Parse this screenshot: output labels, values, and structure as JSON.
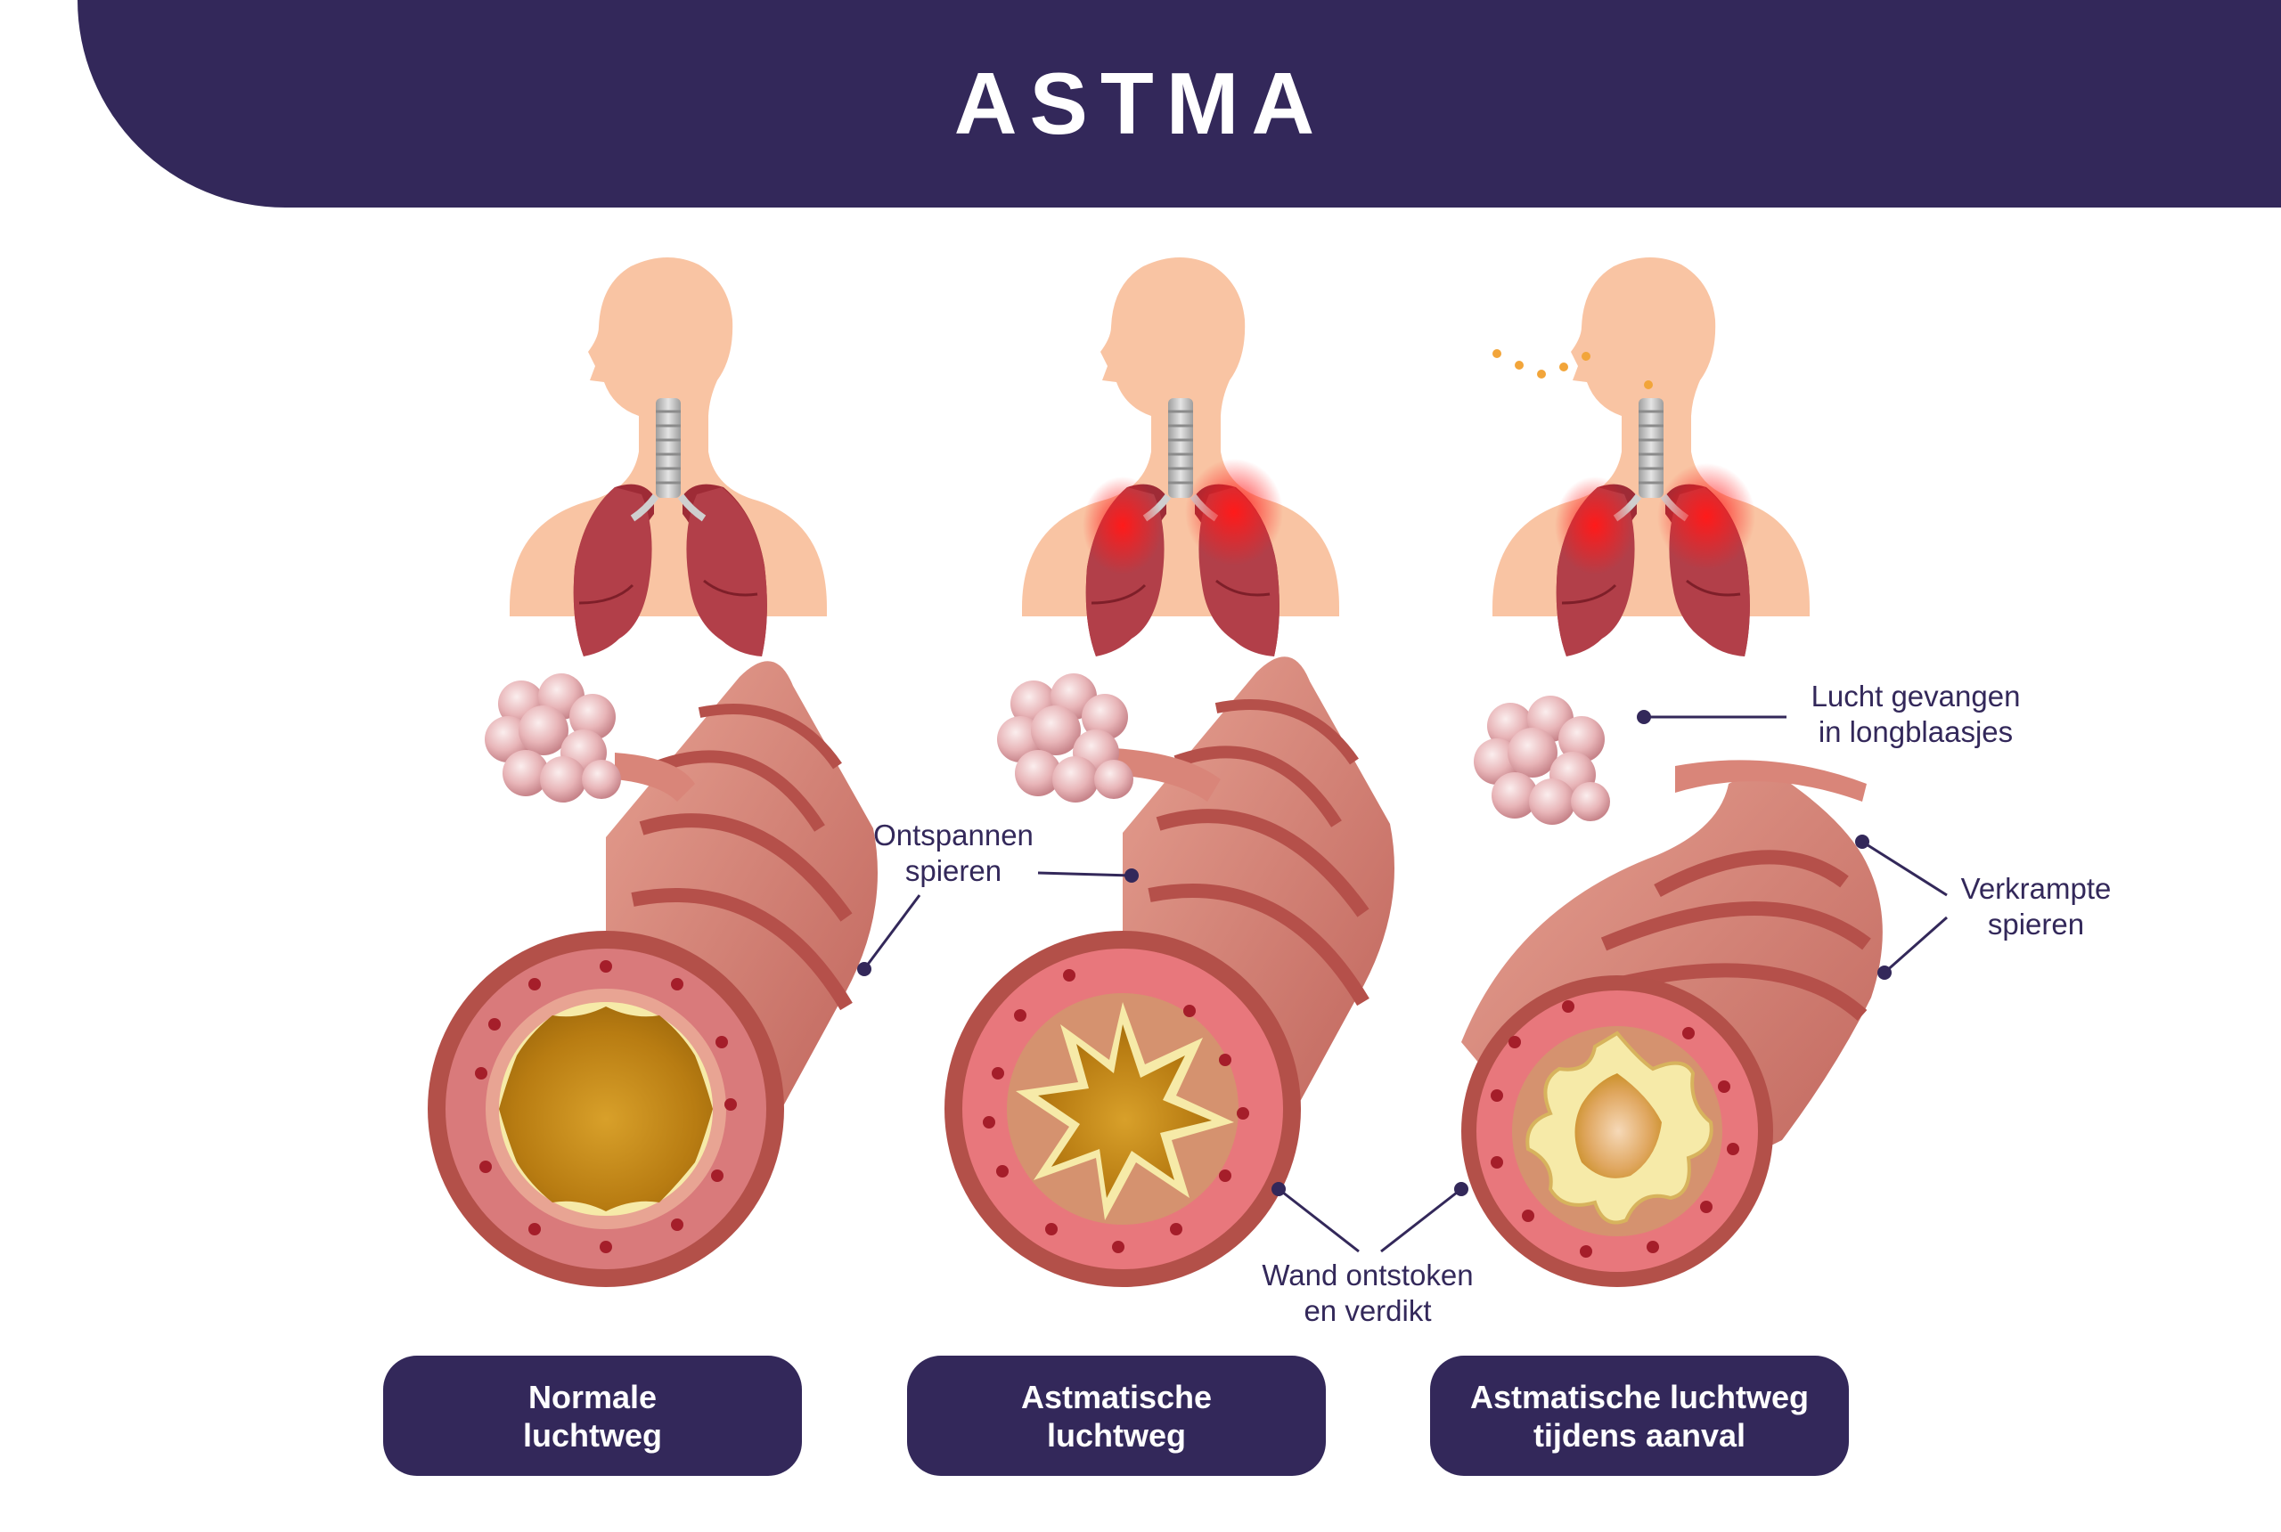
{
  "title": "ASTMA",
  "colors": {
    "header": "#33285a",
    "skin": "#f9c4a3",
    "lung": "#a8353f",
    "inflamed": "#e3161f",
    "airway": "#d98579",
    "lumen": "#c68b1c",
    "mucosa": "#f6eaa8",
    "particles": "#f2a53a"
  },
  "labels": {
    "alveoli": {
      "line1": "Lucht gevangen",
      "line2": "in longblaasjes"
    },
    "relaxed": {
      "line1": "Ontspannen",
      "line2": "spieren"
    },
    "cramped": {
      "line1": "Verkrampte",
      "line2": "spieren"
    },
    "wall": {
      "line1": "Wand ontstoken",
      "line2": "en verdikt"
    }
  },
  "panels": [
    {
      "line1": "Normale",
      "line2": "luchtweg"
    },
    {
      "line1": "Astmatische",
      "line2": "luchtweg"
    },
    {
      "line1": "Astmatische luchtweg",
      "line2": "tijdens aanval"
    }
  ]
}
